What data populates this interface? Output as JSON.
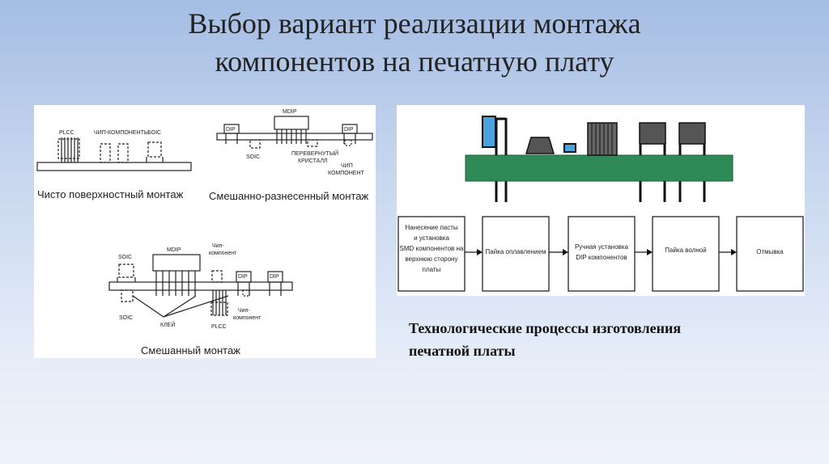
{
  "slide": {
    "title_line1": "Выбор вариант реализации монтажа",
    "title_line2": "компонентов на печатную плату",
    "caption_line1": "Технологические процессы изготовления",
    "caption_line2": "печатной платы"
  },
  "mounting": {
    "surface": {
      "caption": "Чисто поверхностный монтаж",
      "plcc": "PLCC",
      "chip": "ЧИП-КОМПОНЕНТЫ",
      "soic": "SOIC"
    },
    "spread": {
      "caption": "Смешанно-разнесенный монтаж",
      "mdip": "MDIP",
      "dip_left": "DIP",
      "dip_right": "DIP",
      "soic": "SOIC",
      "flip1": "ПЕРЕВЕРНУТЫЙ",
      "flip2": "КРИСТАЛЛ",
      "chip1": "ЧИП",
      "chip2": "КОМПОНЕНТ"
    },
    "mixed": {
      "caption": "Смешанный монтаж",
      "soic_top": "SOIC",
      "mdip": "MDIP",
      "chip_top1": "Чип-",
      "chip_top2": "компонент",
      "dip1": "DIP",
      "dip2": "DIP",
      "soic_bottom": "SOIC",
      "glue": "КЛЕЙ",
      "plcc": "PLCC",
      "chip_bot1": "Чип-",
      "chip_bot2": "компонент"
    }
  },
  "process": {
    "steps": [
      [
        "Нанесение пасты",
        "и установка",
        "SMD компонентов на",
        "верхнюю сторону",
        "платы"
      ],
      [
        "Пайка оплавлением"
      ],
      [
        "Ручная установка",
        "DIP компонентов"
      ],
      [
        "Пайка волной"
      ],
      [
        "Отмывка"
      ]
    ],
    "colors": {
      "board": "#2e8b57",
      "component": "#555555",
      "highlight": "#4aa3df"
    }
  }
}
